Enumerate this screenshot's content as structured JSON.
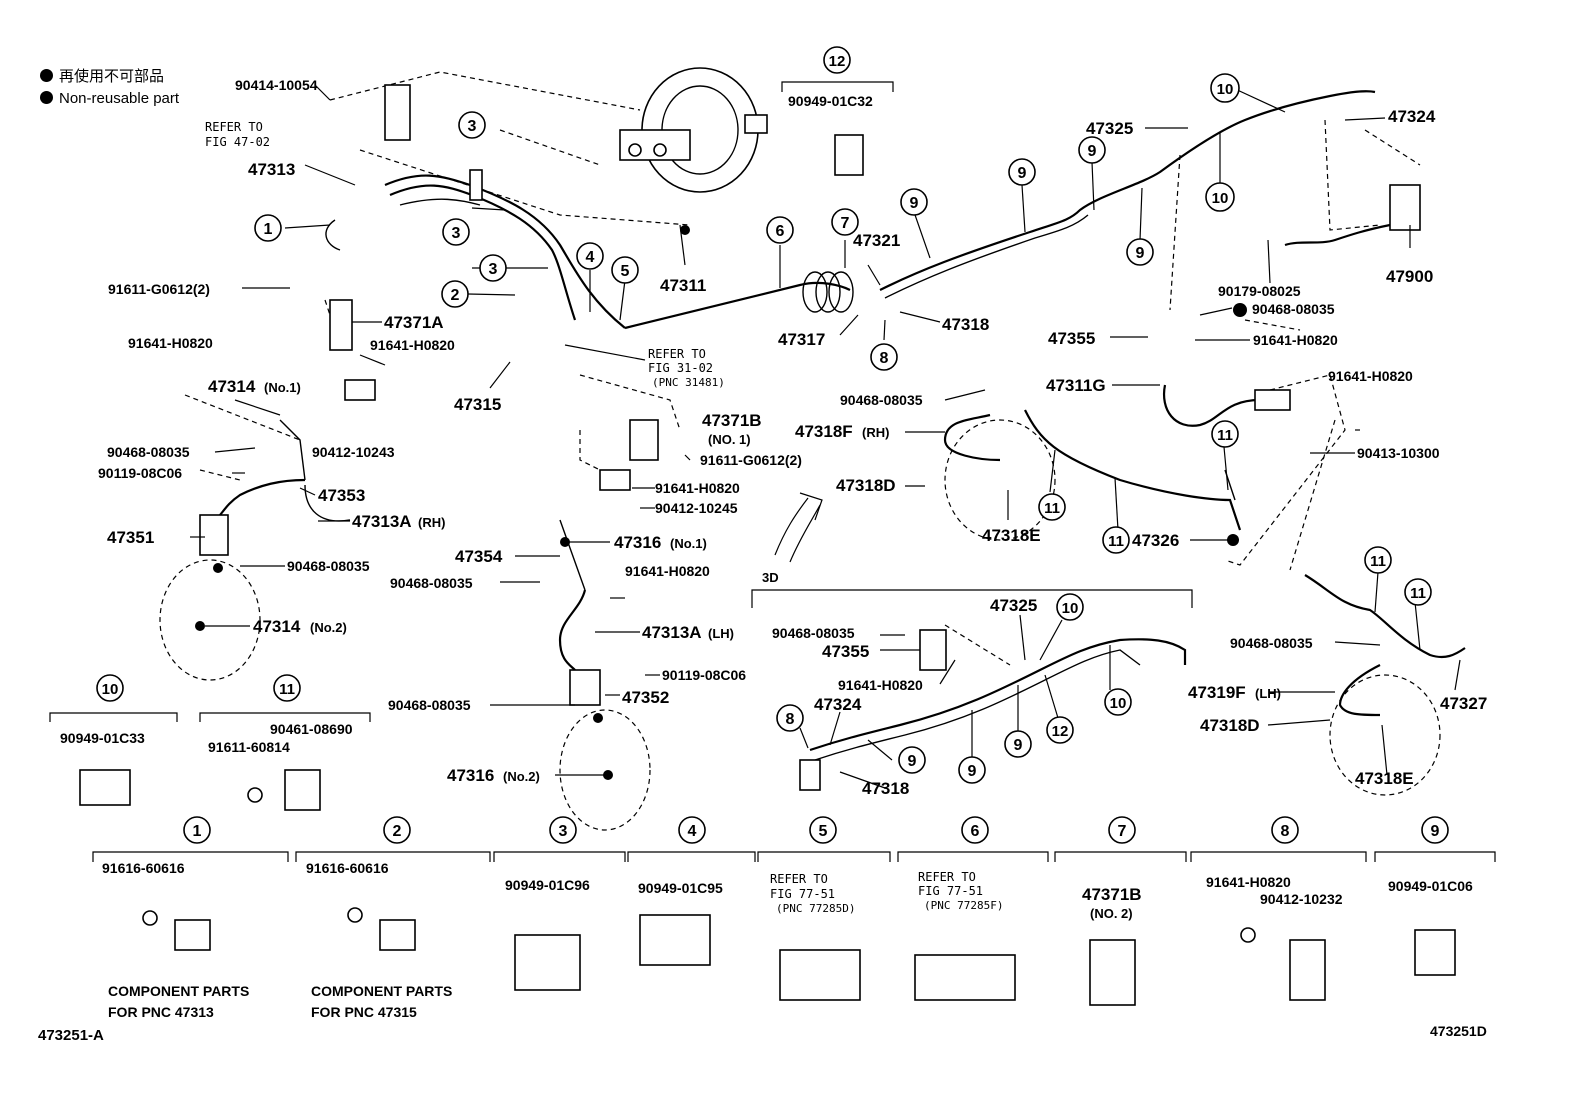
{
  "legend": {
    "jp": "再使用不可部品",
    "en": "Non-reusable part"
  },
  "footer": {
    "left": "473251-A",
    "right": "473251D"
  },
  "labels": {
    "p90414_10054": "90414-10054",
    "refer_4702_a": "REFER TO",
    "refer_4702_b": "FIG 47-02",
    "p47313": "47313",
    "p91611_G0612_2a": "91611-G0612(2)",
    "p47371A": "47371A",
    "p91641_H0820_a": "91641-H0820",
    "p91641_H0820_b": "91641-H0820",
    "p47314_no1": "47314",
    "no1_a": "(No.1)",
    "p90468_08035_a": "90468-08035",
    "p90412_10243": "90412-10243",
    "p90119_08C06_a": "90119-08C06",
    "p47353": "47353",
    "p47351": "47351",
    "p47313A_rh": "47313A",
    "rh_a": "(RH)",
    "p90468_08035_b": "90468-08035",
    "p47314_no2": "47314",
    "no2_a": "(No.2)",
    "p47311": "47311",
    "p47315": "47315",
    "refer_3102_a": "REFER TO",
    "refer_3102_b": "FIG 31-02",
    "refer_3102_c": "(PNC 31481)",
    "p47371B_no1": "47371B",
    "no1_b": "(NO. 1)",
    "p91611_G0612_2b": "91611-G0612(2)",
    "p91641_H0820_c": "91641-H0820",
    "p90412_10245": "90412-10245",
    "p47316_no1": "47316",
    "no1_c": "(No.1)",
    "p47354": "47354",
    "p90468_08035_c": "90468-08035",
    "p91641_H0820_d": "91641-H0820",
    "p47313A_lh": "47313A",
    "lh_a": "(LH)",
    "p90119_08C06_b": "90119-08C06",
    "p90468_08035_d": "90468-08035",
    "p47352": "47352",
    "p47316_no2": "47316",
    "no2_b": "(No.2)",
    "p90949_01C32": "90949-01C32",
    "p47321": "47321",
    "p47317": "47317",
    "p47318_a": "47318",
    "p47325_a": "47325",
    "p47324_a": "47324",
    "p47900": "47900",
    "p90179_08025": "90179-08025",
    "p90468_08035_e": "90468-08035",
    "p47355_a": "47355",
    "p91641_H0820_e": "91641-H0820",
    "p47311G": "47311G",
    "p91641_H0820_f": "91641-H0820",
    "p90468_08035_f": "90468-08035",
    "p47318F_rh": "47318F",
    "rh_b": "(RH)",
    "p90413_10300": "90413-10300",
    "p47318D_a": "47318D",
    "p47318E_a": "47318E",
    "p47326": "47326",
    "view_3d": "3D",
    "p47325_b": "47325",
    "p90468_08035_g": "90468-08035",
    "p47355_b": "47355",
    "p91641_H0820_g": "91641-H0820",
    "p47324_b": "47324",
    "p47318_b": "47318",
    "p90468_08035_h": "90468-08035",
    "p47319F_lh": "47319F",
    "lh_b": "(LH)",
    "p47318D_b": "47318D",
    "p47318E_b": "47318E",
    "p47327": "47327",
    "box10_part": "90949-01C33",
    "box11_part_a": "90461-08690",
    "box11_part_b": "91611-60814",
    "box1_part": "91616-60616",
    "box1_note_a": "COMPONENT PARTS",
    "box1_note_b": "FOR PNC 47313",
    "box2_part": "91616-60616",
    "box2_note_a": "COMPONENT PARTS",
    "box2_note_b": "FOR PNC 47315",
    "box3_part": "90949-01C96",
    "box4_part": "90949-01C95",
    "box5_a": "REFER TO",
    "box5_b": "FIG 77-51",
    "box5_c": "(PNC 77285D)",
    "box6_a": "REFER TO",
    "box6_b": "FIG 77-51",
    "box6_c": "(PNC 77285F)",
    "box7_part": "47371B",
    "box7_sub": "(NO. 2)",
    "box8_part_a": "91641-H0820",
    "box8_part_b": "90412-10232",
    "box9_part": "90949-01C06"
  },
  "callouts": {
    "c1": "1",
    "c2": "2",
    "c3": "3",
    "c4": "4",
    "c5": "5",
    "c6": "6",
    "c7": "7",
    "c8": "8",
    "c9": "9",
    "c10": "10",
    "c11": "11",
    "c12": "12"
  }
}
